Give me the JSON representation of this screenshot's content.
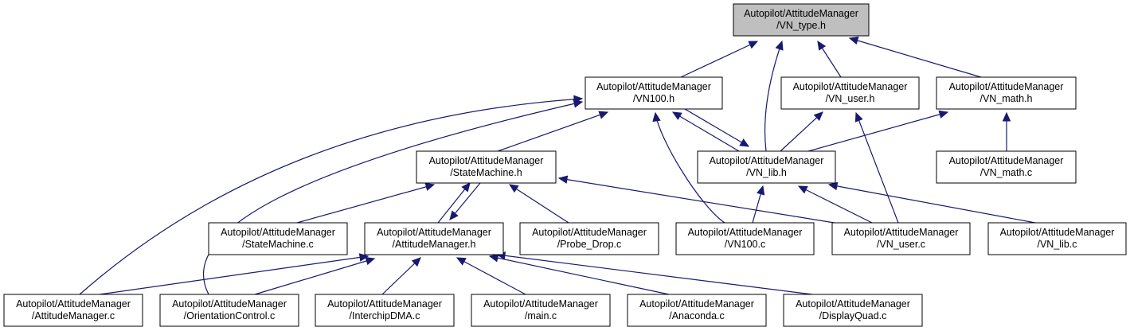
{
  "diagram": {
    "nodes": [
      {
        "id": "vn_type_h",
        "lines": [
          "Autopilot/AttitudeManager",
          "/VN_type.h"
        ],
        "root": true
      },
      {
        "id": "vn100_h",
        "lines": [
          "Autopilot/AttitudeManager",
          "/VN100.h"
        ]
      },
      {
        "id": "vn_user_h",
        "lines": [
          "Autopilot/AttitudeManager",
          "/VN_user.h"
        ]
      },
      {
        "id": "vn_math_h",
        "lines": [
          "Autopilot/AttitudeManager",
          "/VN_math.h"
        ]
      },
      {
        "id": "statemachine_h",
        "lines": [
          "Autopilot/AttitudeManager",
          "/StateMachine.h"
        ]
      },
      {
        "id": "vn_lib_h",
        "lines": [
          "Autopilot/AttitudeManager",
          "/VN_lib.h"
        ]
      },
      {
        "id": "vn_math_c",
        "lines": [
          "Autopilot/AttitudeManager",
          "/VN_math.c"
        ]
      },
      {
        "id": "statemachine_c",
        "lines": [
          "Autopilot/AttitudeManager",
          "/StateMachine.c"
        ]
      },
      {
        "id": "attitudemanager_h",
        "lines": [
          "Autopilot/AttitudeManager",
          "/AttitudeManager.h"
        ]
      },
      {
        "id": "probe_drop_c",
        "lines": [
          "Autopilot/AttitudeManager",
          "/Probe_Drop.c"
        ]
      },
      {
        "id": "vn100_c",
        "lines": [
          "Autopilot/AttitudeManager",
          "/VN100.c"
        ]
      },
      {
        "id": "vn_user_c",
        "lines": [
          "Autopilot/AttitudeManager",
          "/VN_user.c"
        ]
      },
      {
        "id": "vn_lib_c",
        "lines": [
          "Autopilot/AttitudeManager",
          "/VN_lib.c"
        ]
      },
      {
        "id": "attitudemanager_c",
        "lines": [
          "Autopilot/AttitudeManager",
          "/AttitudeManager.c"
        ]
      },
      {
        "id": "orientation_c",
        "lines": [
          "Autopilot/AttitudeManager",
          "/OrientationControl.c"
        ]
      },
      {
        "id": "interchipdma_c",
        "lines": [
          "Autopilot/AttitudeManager",
          "/InterchipDMA.c"
        ]
      },
      {
        "id": "main_c",
        "lines": [
          "Autopilot/AttitudeManager",
          "/main.c"
        ]
      },
      {
        "id": "anaconda_c",
        "lines": [
          "Autopilot/AttitudeManager",
          "/Anaconda.c"
        ]
      },
      {
        "id": "displayquad_c",
        "lines": [
          "Autopilot/AttitudeManager",
          "/DisplayQuad.c"
        ]
      }
    ],
    "edges": [
      {
        "from": "vn100_h",
        "to": "vn_type_h"
      },
      {
        "from": "vn_lib_h",
        "to": "vn_type_h"
      },
      {
        "from": "vn_user_h",
        "to": "vn_type_h"
      },
      {
        "from": "vn_math_h",
        "to": "vn_type_h"
      },
      {
        "from": "statemachine_h",
        "to": "vn100_h"
      },
      {
        "from": "vn_lib_h",
        "to": "vn100_h"
      },
      {
        "from": "vn100_h",
        "to": "vn_lib_h"
      },
      {
        "from": "vn100_c",
        "to": "vn100_h"
      },
      {
        "from": "attitudemanager_c",
        "to": "vn100_h"
      },
      {
        "from": "orientation_c",
        "to": "vn100_h"
      },
      {
        "from": "vn_lib_h",
        "to": "vn_user_h"
      },
      {
        "from": "vn_user_c",
        "to": "vn_user_h"
      },
      {
        "from": "vn_lib_h",
        "to": "vn_math_h"
      },
      {
        "from": "vn_math_c",
        "to": "vn_math_h"
      },
      {
        "from": "statemachine_c",
        "to": "statemachine_h"
      },
      {
        "from": "attitudemanager_h",
        "to": "statemachine_h"
      },
      {
        "from": "statemachine_h",
        "to": "attitudemanager_h"
      },
      {
        "from": "probe_drop_c",
        "to": "statemachine_h"
      },
      {
        "from": "vn_user_c",
        "to": "statemachine_h"
      },
      {
        "from": "vn100_c",
        "to": "vn_lib_h"
      },
      {
        "from": "vn_user_c",
        "to": "vn_lib_h"
      },
      {
        "from": "vn_lib_c",
        "to": "vn_lib_h"
      },
      {
        "from": "attitudemanager_c",
        "to": "attitudemanager_h"
      },
      {
        "from": "orientation_c",
        "to": "attitudemanager_h"
      },
      {
        "from": "interchipdma_c",
        "to": "attitudemanager_h"
      },
      {
        "from": "main_c",
        "to": "attitudemanager_h"
      },
      {
        "from": "anaconda_c",
        "to": "attitudemanager_h"
      },
      {
        "from": "displayquad_c",
        "to": "attitudemanager_h"
      }
    ]
  },
  "colors": {
    "edge": "#191970",
    "root_fill": "#bfbfbf",
    "node_fill": "#ffffff",
    "node_border": "#000000"
  }
}
